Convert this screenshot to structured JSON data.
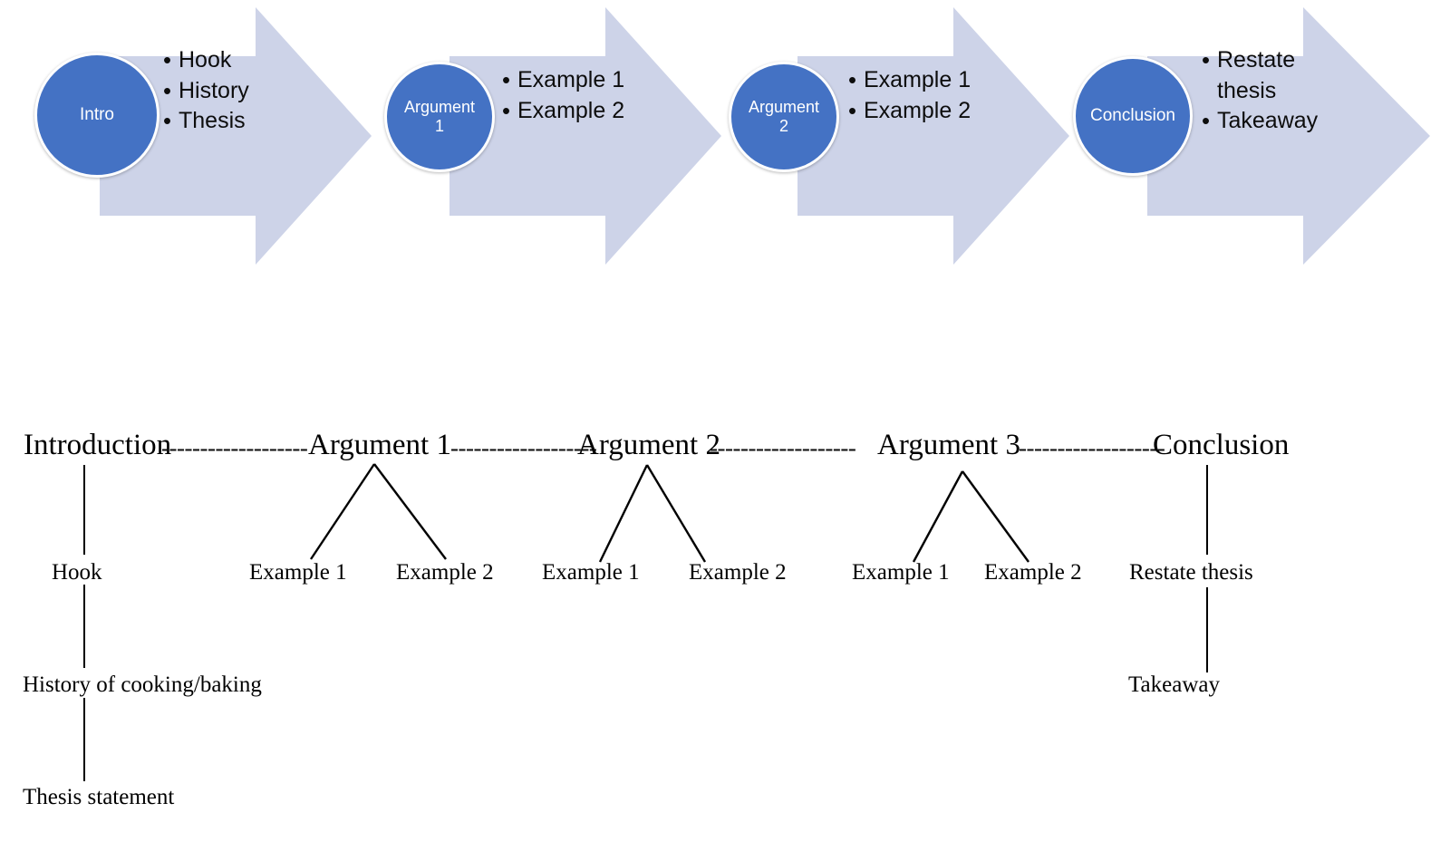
{
  "process": {
    "steps": [
      {
        "id": "intro",
        "circle_label": "Intro",
        "bullets": [
          "Hook",
          "History",
          "Thesis"
        ]
      },
      {
        "id": "argument-1",
        "circle_label": "Argument\n1",
        "bullets": [
          "Example 1",
          "Example 2"
        ]
      },
      {
        "id": "argument-2",
        "circle_label": "Argument\n2",
        "bullets": [
          "Example 1",
          "Example 2"
        ]
      },
      {
        "id": "conclusion",
        "circle_label": "Conclusion",
        "bullets": [
          "Restate\nthesis",
          "Takeaway"
        ]
      }
    ],
    "colors": {
      "circle_fill": "#4472C4",
      "circle_stroke": "#FFFFFF",
      "arrow_fill": "#CDD3E8",
      "circle_text": "#FFFFFF",
      "bullet_text": "#0D0D0D"
    }
  },
  "outline": {
    "connector": "-------------------",
    "level1": {
      "introduction": "Introduction",
      "argument_1": "Argument 1",
      "argument_2": "Argument 2",
      "argument_3": "Argument 3",
      "conclusion": "Conclusion"
    },
    "level2": {
      "hook": "Hook",
      "a1_example_1": "Example 1",
      "a1_example_2": "Example 2",
      "a2_example_1": "Example 1",
      "a2_example_2": "Example 2",
      "a3_example_1": "Example 1",
      "a3_example_2": "Example 2",
      "restate_thesis": "Restate thesis"
    },
    "level3": {
      "history": "History of cooking/baking",
      "takeaway": "Takeaway"
    },
    "level4": {
      "thesis_statement": "Thesis statement"
    },
    "line_color": "#000000"
  }
}
